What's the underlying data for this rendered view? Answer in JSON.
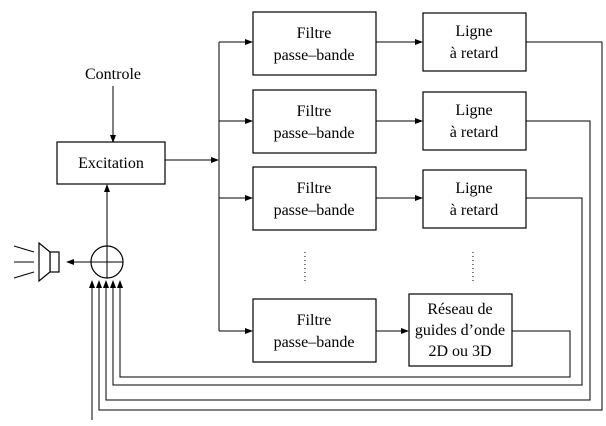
{
  "diagram": {
    "control_label": "Controle",
    "excitation_label": "Excitation",
    "branches": [
      {
        "filter": [
          "Filtre",
          "passe–bande"
        ],
        "delay": [
          "Ligne",
          "à retard"
        ]
      },
      {
        "filter": [
          "Filtre",
          "passe–bande"
        ],
        "delay": [
          "Ligne",
          "à retard"
        ]
      },
      {
        "filter": [
          "Filtre",
          "passe–bande"
        ],
        "delay": [
          "Ligne",
          "à retard"
        ]
      },
      {
        "filter": [
          "Filtre",
          "passe–bande"
        ],
        "delay": [
          "Réseau de",
          "guides d’onde",
          "2D ou 3D"
        ]
      }
    ]
  }
}
